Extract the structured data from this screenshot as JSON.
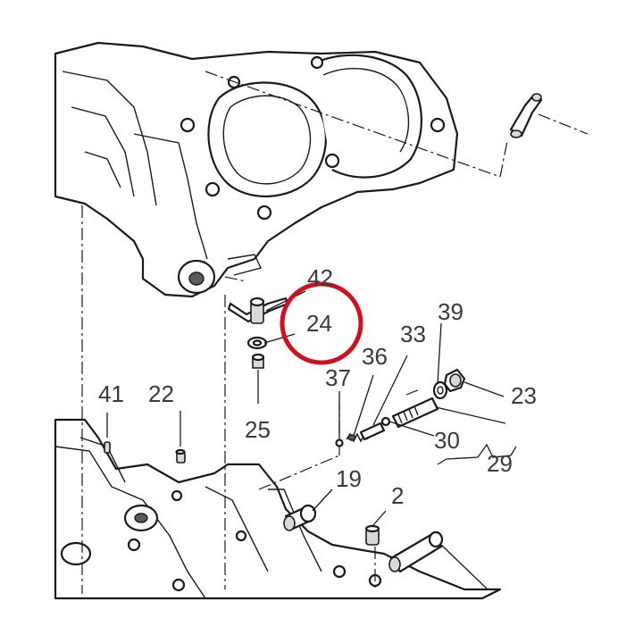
{
  "callouts": {
    "c42": "42",
    "c24": "24",
    "c25": "25",
    "c37": "37",
    "c36": "36",
    "c33": "33",
    "c39": "39",
    "c23": "23",
    "c30": "30",
    "c29": "29",
    "c41": "41",
    "c22": "22",
    "c19": "19",
    "c2": "2"
  },
  "highlight": {
    "target": "24",
    "color": "#d0101e"
  }
}
